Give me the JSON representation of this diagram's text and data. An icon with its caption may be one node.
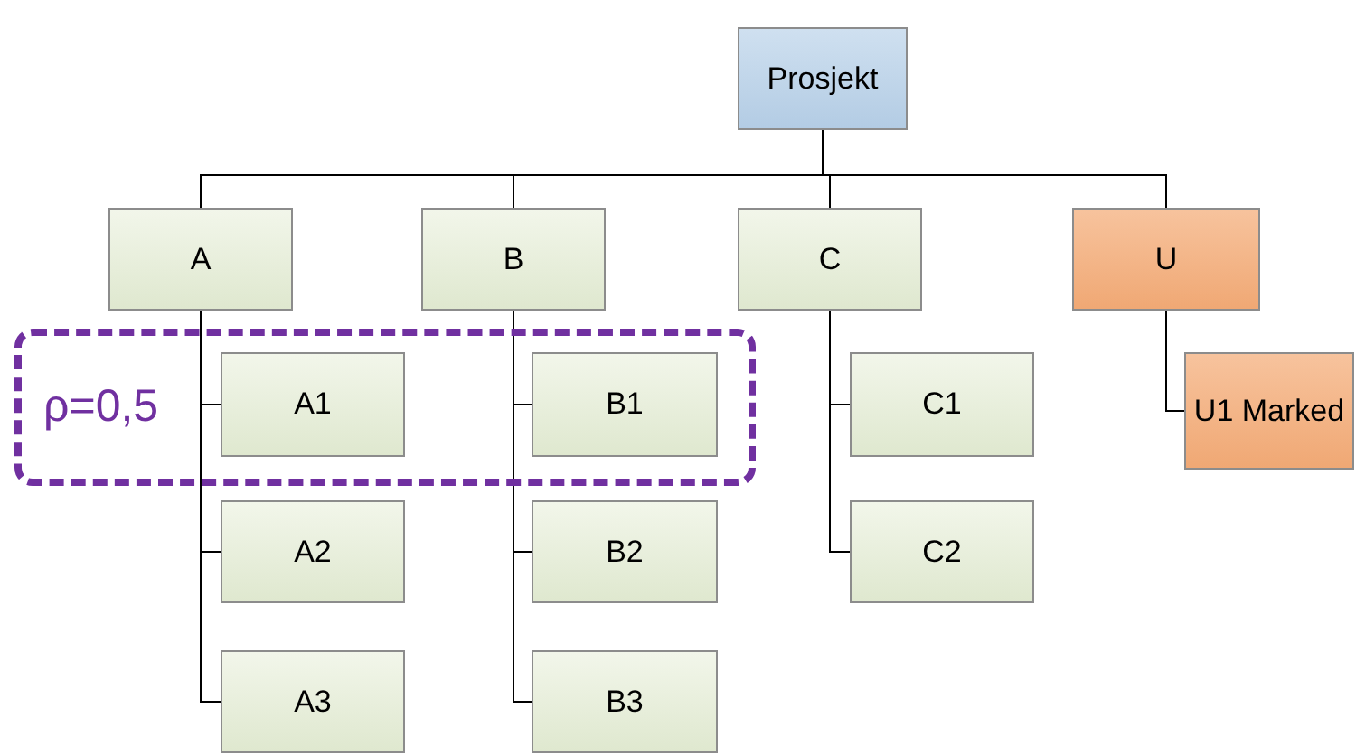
{
  "diagram": {
    "nodes": [
      {
        "text": [
          "Prosjekt"
        ]
      },
      {
        "text": [
          "A"
        ]
      },
      {
        "text": [
          "B"
        ]
      },
      {
        "text": [
          "C"
        ]
      },
      {
        "text": [
          "U"
        ]
      },
      {
        "text": [
          "ρ=0,5"
        ]
      },
      {
        "text": [
          "A1"
        ],
        "in": 5
      },
      {
        "text": [
          "B1"
        ],
        "in": 5
      },
      {
        "text": [
          "C1"
        ]
      },
      {
        "text": [
          "U1 Marked"
        ]
      },
      {
        "text": [
          "A2"
        ]
      },
      {
        "text": [
          "B2"
        ]
      },
      {
        "text": [
          "C2"
        ]
      },
      {
        "text": [
          "A3"
        ]
      },
      {
        "text": [
          "B3"
        ]
      }
    ],
    "edges": [
      {
        "from": 0,
        "to": 1,
        "arrow": "none"
      },
      {
        "from": 0,
        "to": 2,
        "arrow": "none"
      },
      {
        "from": 0,
        "to": 3,
        "arrow": "none"
      },
      {
        "from": 0,
        "to": 4,
        "arrow": "none"
      },
      {
        "from": 1,
        "to": 6,
        "arrow": "none"
      },
      {
        "from": 1,
        "to": 10,
        "arrow": "none"
      },
      {
        "from": 1,
        "to": 13,
        "arrow": "none"
      },
      {
        "from": 2,
        "to": 7,
        "arrow": "none"
      },
      {
        "from": 2,
        "to": 11,
        "arrow": "none"
      },
      {
        "from": 2,
        "to": 14,
        "arrow": "none"
      },
      {
        "from": 3,
        "to": 8,
        "arrow": "none"
      },
      {
        "from": 3,
        "to": 12,
        "arrow": "none"
      },
      {
        "from": 4,
        "to": 9,
        "arrow": "none"
      }
    ]
  }
}
